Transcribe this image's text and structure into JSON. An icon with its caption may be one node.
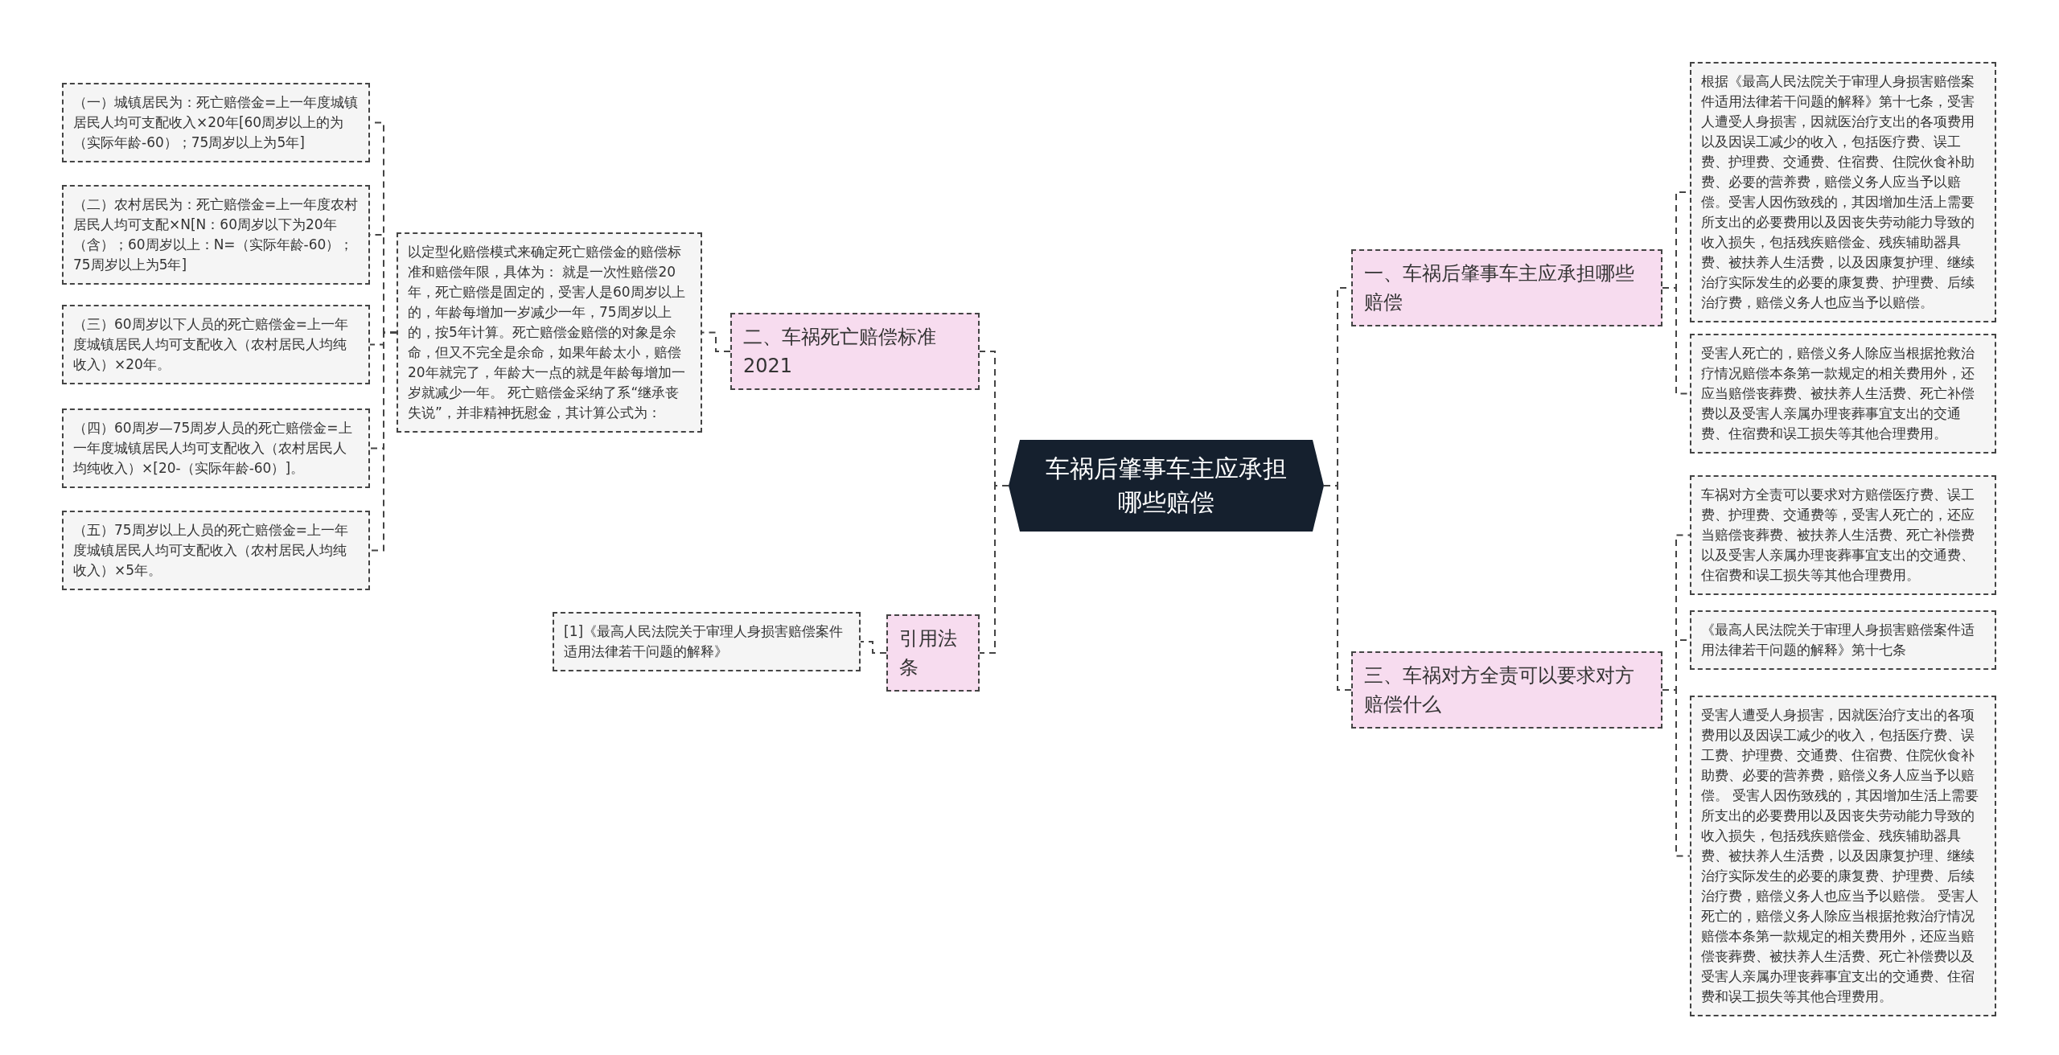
{
  "diagram": {
    "nodes": [
      {
        "text": [
          "车祸后肇事车主应承担哪些赔偿"
        ]
      },
      {
        "text": [
          "一、车祸后肇事车主应承担哪些赔偿"
        ]
      },
      {
        "text": [
          "根据《最高人民法院关于审理人身损害赔偿案件适用法律若干问题的解释》第十七条，受害人遭受人身损害，因就医治疗支出的各项费用以及因误工减少的收入，包括医疗费、误工费、护理费、交通费、住宿费、住院伙食补助费、必要的营养费，赔偿义务人应当予以赔偿。受害人因伤致残的，其因增加生活上需要所支出的必要费用以及因丧失劳动能力导致的收入损失，包括残疾赔偿金、残疾辅助器具费、被扶养人生活费，以及因康复护理、继续治疗实际发生的必要的康复费、护理费、后续治疗费，赔偿义务人也应当予以赔偿。"
        ]
      },
      {
        "text": [
          "受害人死亡的，赔偿义务人除应当根据抢救治疗情况赔偿本条第一款规定的相关费用外，还应当赔偿丧葬费、被扶养人生活费、死亡补偿费以及受害人亲属办理丧葬事宜支出的交通费、住宿费和误工损失等其他合理费用。"
        ]
      },
      {
        "text": [
          "三、车祸对方全责可以要求对方赔偿什么"
        ]
      },
      {
        "text": [
          "车祸对方全责可以要求对方赔偿医疗费、误工费、护理费、交通费等，受害人死亡的，还应当赔偿丧葬费、被扶养人生活费、死亡补偿费以及受害人亲属办理丧葬事宜支出的交通费、住宿费和误工损失等其他合理费用。"
        ]
      },
      {
        "text": [
          "《最高人民法院关于审理人身损害赔偿案件适用法律若干问题的解释》第十七条"
        ]
      },
      {
        "text": [
          "受害人遭受人身损害，因就医治疗支出的各项费用以及因误工减少的收入，包括医疗费、误工费、护理费、交通费、住宿费、住院伙食补助费、必要的营养费，赔偿义务人应当予以赔偿。 受害人因伤致残的，其因增加生活上需要所支出的必要费用以及因丧失劳动能力导致的收入损失，包括残疾赔偿金、残疾辅助器具费、被扶养人生活费，以及因康复护理、继续治疗实际发生的必要的康复费、护理费、后续治疗费，赔偿义务人也应当予以赔偿。 受害人死亡的，赔偿义务人除应当根据抢救治疗情况赔偿本条第一款规定的相关费用外，还应当赔偿丧葬费、被扶养人生活费、死亡补偿费以及受害人亲属办理丧葬事宜支出的交通费、住宿费和误工损失等其他合理费用。"
        ]
      },
      {
        "text": [
          "二、车祸死亡赔偿标准2021"
        ]
      },
      {
        "text": [
          "以定型化赔偿模式来确定死亡赔偿金的赔偿标准和赔偿年限，具体为： 就是一次性赔偿20年，死亡赔偿是固定的，受害人是60周岁以上的，年龄每增加一岁减少一年，75周岁以上的，按5年计算。死亡赔偿金赔偿的对象是余命，但又不完全是余命，如果年龄太小，赔偿20年就完了，年龄大一点的就是年龄每增加一岁就减少一年。 死亡赔偿金采纳了系“继承丧失说”，并非精神抚慰金，其计算公式为："
        ]
      },
      {
        "text": [
          "（一）城镇居民为：死亡赔偿金=上一年度城镇居民人均可支配收入×20年[60周岁以上的为（实际年龄-60）；75周岁以上为5年]"
        ]
      },
      {
        "text": [
          "（二）农村居民为：死亡赔偿金=上一年度农村居民人均可支配×N[N：60周岁以下为20年（含）；60周岁以上：N=（实际年龄-60）；75周岁以上为5年]"
        ]
      },
      {
        "text": [
          "（三）60周岁以下人员的死亡赔偿金=上一年度城镇居民人均可支配收入（农村居民人均纯收入）×20年。"
        ]
      },
      {
        "text": [
          "（四）60周岁—75周岁人员的死亡赔偿金=上一年度城镇居民人均可支配收入（农村居民人均纯收入）×[20-（实际年龄-60）]。"
        ]
      },
      {
        "text": [
          "（五）75周岁以上人员的死亡赔偿金=上一年度城镇居民人均可支配收入（农村居民人均纯收入）×5年。"
        ]
      },
      {
        "text": [
          "引用法条"
        ]
      },
      {
        "text": [
          "[1]《最高人民法院关于审理人身损害赔偿案件适用法律若干问题的解释》"
        ]
      }
    ],
    "edges": [
      {
        "from": 0,
        "to": 1,
        "arrow": "none"
      },
      {
        "from": 1,
        "to": 2,
        "arrow": "none"
      },
      {
        "from": 1,
        "to": 3,
        "arrow": "none"
      },
      {
        "from": 0,
        "to": 4,
        "arrow": "none"
      },
      {
        "from": 4,
        "to": 5,
        "arrow": "none"
      },
      {
        "from": 4,
        "to": 6,
        "arrow": "none"
      },
      {
        "from": 4,
        "to": 7,
        "arrow": "none"
      },
      {
        "from": 0,
        "to": 8,
        "arrow": "none"
      },
      {
        "from": 8,
        "to": 9,
        "arrow": "none"
      },
      {
        "from": 9,
        "to": 10,
        "arrow": "none"
      },
      {
        "from": 9,
        "to": 11,
        "arrow": "none"
      },
      {
        "from": 9,
        "to": 12,
        "arrow": "none"
      },
      {
        "from": 9,
        "to": 13,
        "arrow": "none"
      },
      {
        "from": 9,
        "to": 14,
        "arrow": "none"
      },
      {
        "from": 0,
        "to": 15,
        "arrow": "none"
      },
      {
        "from": 15,
        "to": 16,
        "arrow": "none"
      }
    ]
  }
}
